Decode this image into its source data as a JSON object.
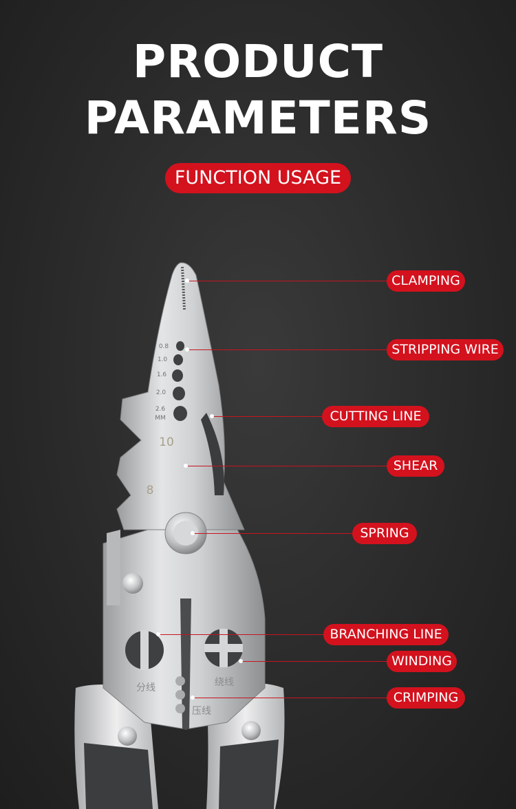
{
  "header": {
    "title_line1": "PRODUCT",
    "title_line2": "PARAMETERS",
    "subtitle": "FUNCTION USAGE"
  },
  "colors": {
    "accent": "#d3121e",
    "background": "#2a2a2a",
    "text": "#ffffff"
  },
  "tool_markings": {
    "gauges": [
      "0.8",
      "1.0",
      "1.6",
      "2.0",
      "2.6",
      "MM"
    ],
    "numbers": [
      "10",
      "8"
    ],
    "split_wire": "分线",
    "wind_wire": "绕线",
    "press_wire": "压线"
  },
  "callouts": [
    {
      "label": "CLAMPING"
    },
    {
      "label": "STRIPPING WIRE"
    },
    {
      "label": "CUTTING LINE"
    },
    {
      "label": "SHEAR"
    },
    {
      "label": "SPRING"
    },
    {
      "label": "BRANCHING LINE"
    },
    {
      "label": "WINDING"
    },
    {
      "label": "CRIMPING"
    }
  ]
}
